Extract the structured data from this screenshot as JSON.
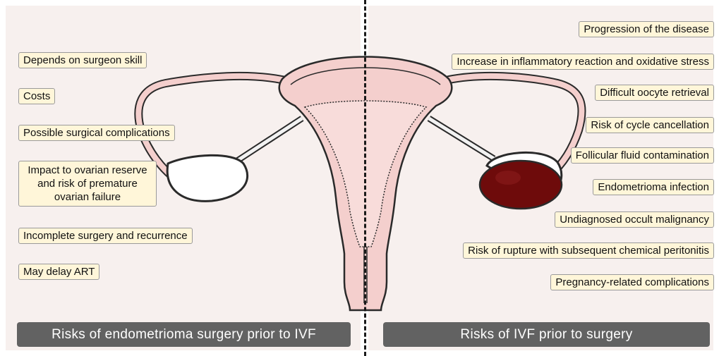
{
  "left": {
    "items": [
      "Depends on surgeon skill",
      "Costs",
      "Possible surgical complications",
      "Impact to ovarian reserve and risk of premature ovarian failure",
      "Incomplete surgery and recurrence",
      "May delay ART"
    ],
    "footer": "Risks of endometrioma surgery prior to IVF"
  },
  "right": {
    "items": [
      "Progression of the disease",
      "Increase in inflammatory reaction and oxidative stress",
      "Difficult oocyte retrieval",
      "Risk of cycle cancellation",
      "Follicular fluid contamination",
      "Endometrioma infection",
      "Undiagnosed occult malignancy",
      "Risk of rupture with subsequent chemical peritonitis",
      "Pregnancy-related complications"
    ],
    "footer": "Risks of IVF prior to surgery"
  },
  "colors": {
    "uterus_fill": "#f4cfcd",
    "uterus_outline": "#2a2a2a",
    "endometrioma": "#6e0b0b",
    "label_fill": "#fff6d9",
    "footer_fill": "#626262"
  }
}
